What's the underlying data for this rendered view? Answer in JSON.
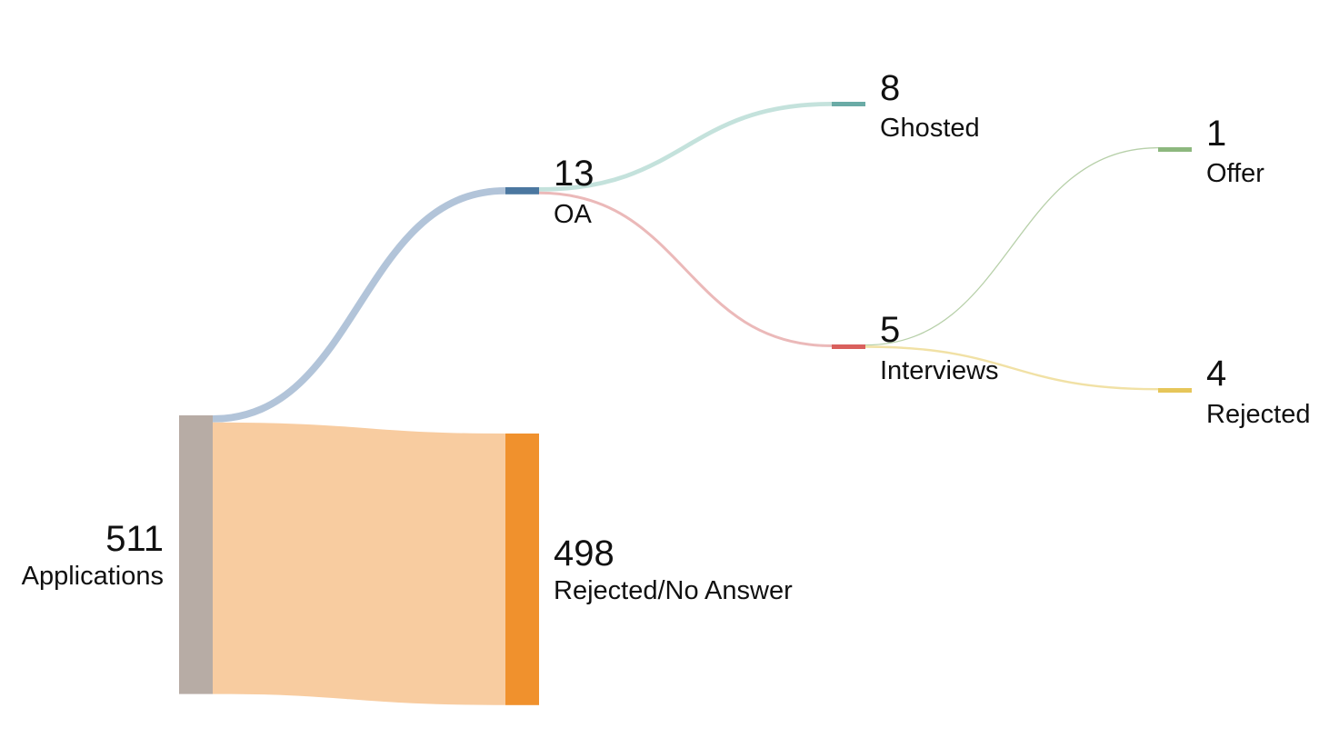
{
  "chart_data": {
    "type": "sankey",
    "title": "",
    "nodes": [
      {
        "id": "applications",
        "label": "Applications",
        "value": 511,
        "color": "#b7aca5"
      },
      {
        "id": "rejected_no_answer",
        "label": "Rejected/No Answer",
        "value": 498,
        "color": "#f0912d"
      },
      {
        "id": "oa",
        "label": "OA",
        "value": 13,
        "color": "#4b77a0"
      },
      {
        "id": "ghosted",
        "label": "Ghosted",
        "value": 8,
        "color": "#6aaba6"
      },
      {
        "id": "interviews",
        "label": "Interviews",
        "value": 5,
        "color": "#d9605d"
      },
      {
        "id": "offer",
        "label": "Offer",
        "value": 1,
        "color": "#8db87e"
      },
      {
        "id": "rejected",
        "label": "Rejected",
        "value": 4,
        "color": "#e6c65a"
      }
    ],
    "links": [
      {
        "source": "applications",
        "target": "oa",
        "value": 13,
        "color": "#b2c4d9"
      },
      {
        "source": "applications",
        "target": "rejected_no_answer",
        "value": 498,
        "color": "#f8cca0"
      },
      {
        "source": "oa",
        "target": "ghosted",
        "value": 8,
        "color": "#c4e2dc"
      },
      {
        "source": "oa",
        "target": "interviews",
        "value": 5,
        "color": "#ebb9b9"
      },
      {
        "source": "interviews",
        "target": "offer",
        "value": 1,
        "color": "#b7d0a9"
      },
      {
        "source": "interviews",
        "target": "rejected",
        "value": 4,
        "color": "#f1e1a5"
      }
    ]
  }
}
